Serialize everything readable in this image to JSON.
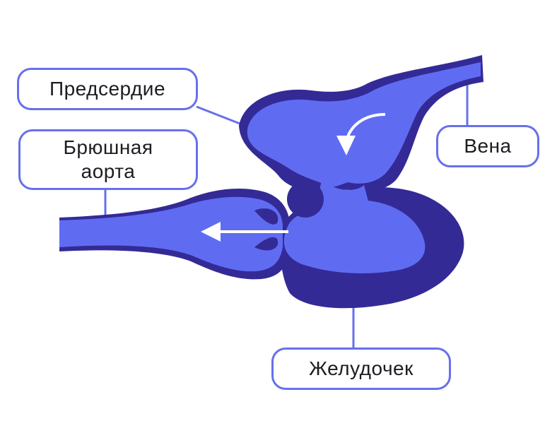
{
  "labels": {
    "atrium": "Предсердие",
    "aorta_line1": "Брюшная",
    "aorta_line2": "аорта",
    "vein": "Вена",
    "ventricle": "Желудочек"
  },
  "colors": {
    "outer_wall": "#342a96",
    "inner_chamber": "#5f6cf2",
    "leader_line": "#6670ec",
    "box_border": "#6670ec",
    "arrow": "#ffffff"
  }
}
